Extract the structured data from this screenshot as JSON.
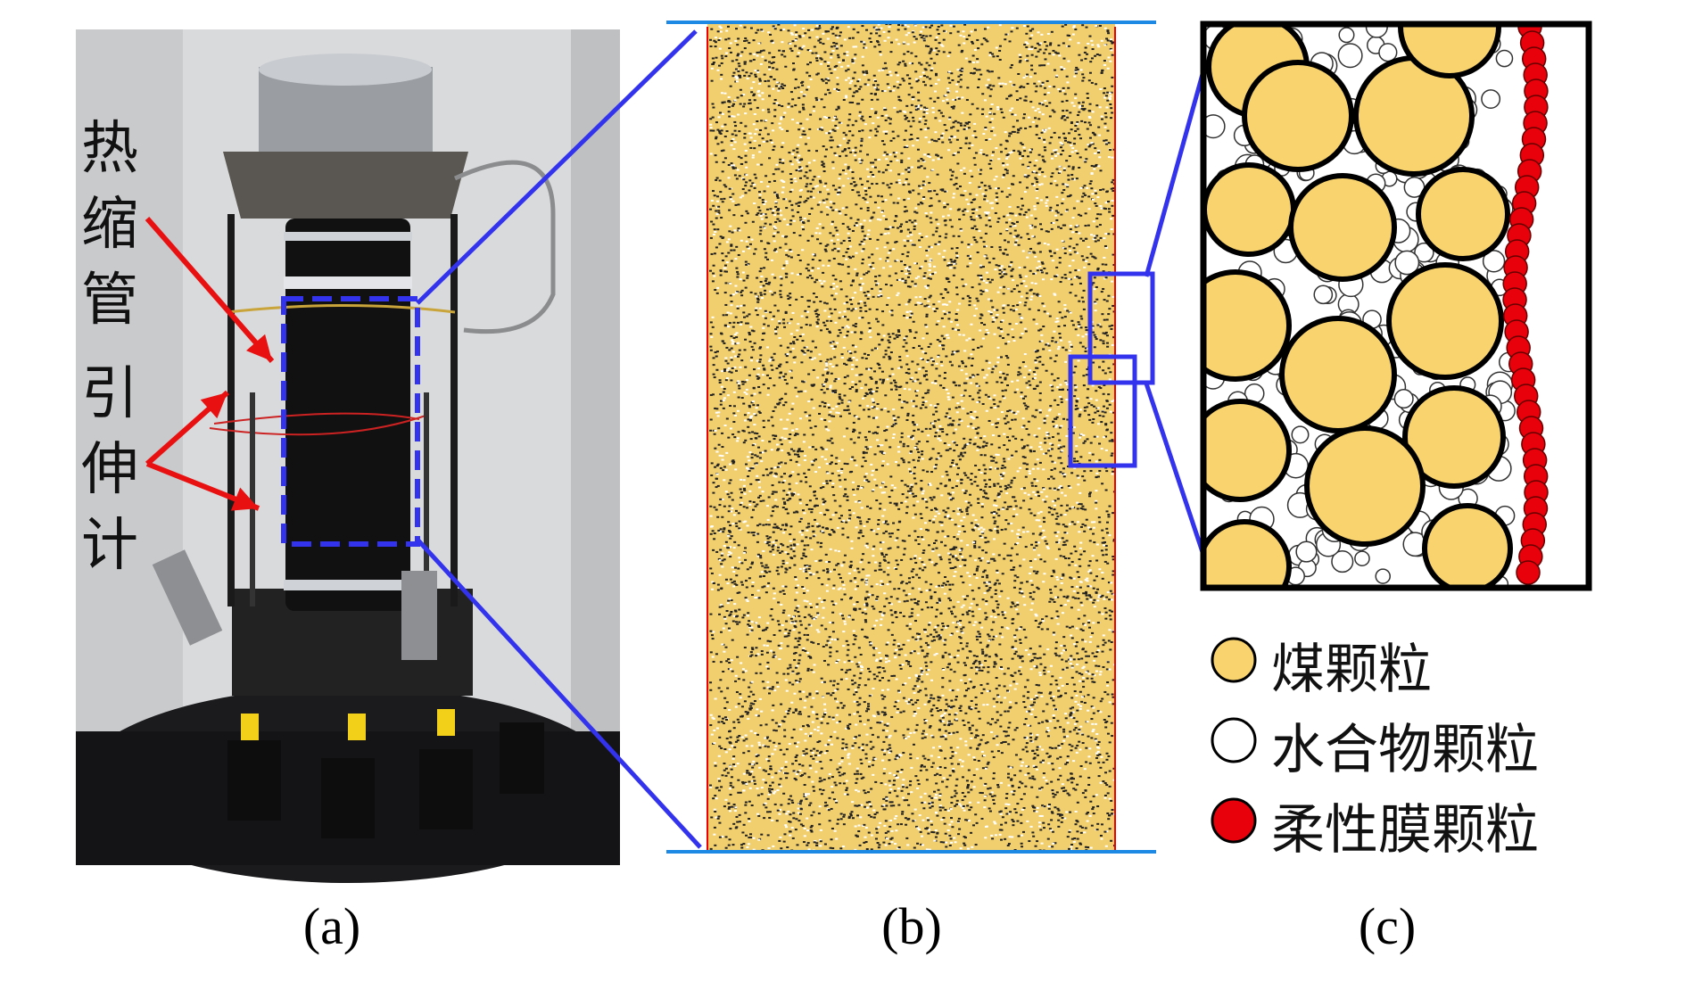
{
  "panel_a": {
    "label": "(a)",
    "annotation_sleeve": "热缩管",
    "annotation_extensometer": "引伸计"
  },
  "panel_b": {
    "label": "(b)"
  },
  "panel_c": {
    "label": "(c)"
  },
  "legend": [
    {
      "text": "煤颗粒",
      "color": "#F9D46E"
    },
    {
      "text": "水合物颗粒",
      "color": "#FFFFFF"
    },
    {
      "text": "柔性膜颗粒",
      "color": "#E8000B"
    }
  ],
  "colors": {
    "arrow": "#E81010",
    "zoom_lines": "#3333EE",
    "wall": "#1E88E5"
  }
}
